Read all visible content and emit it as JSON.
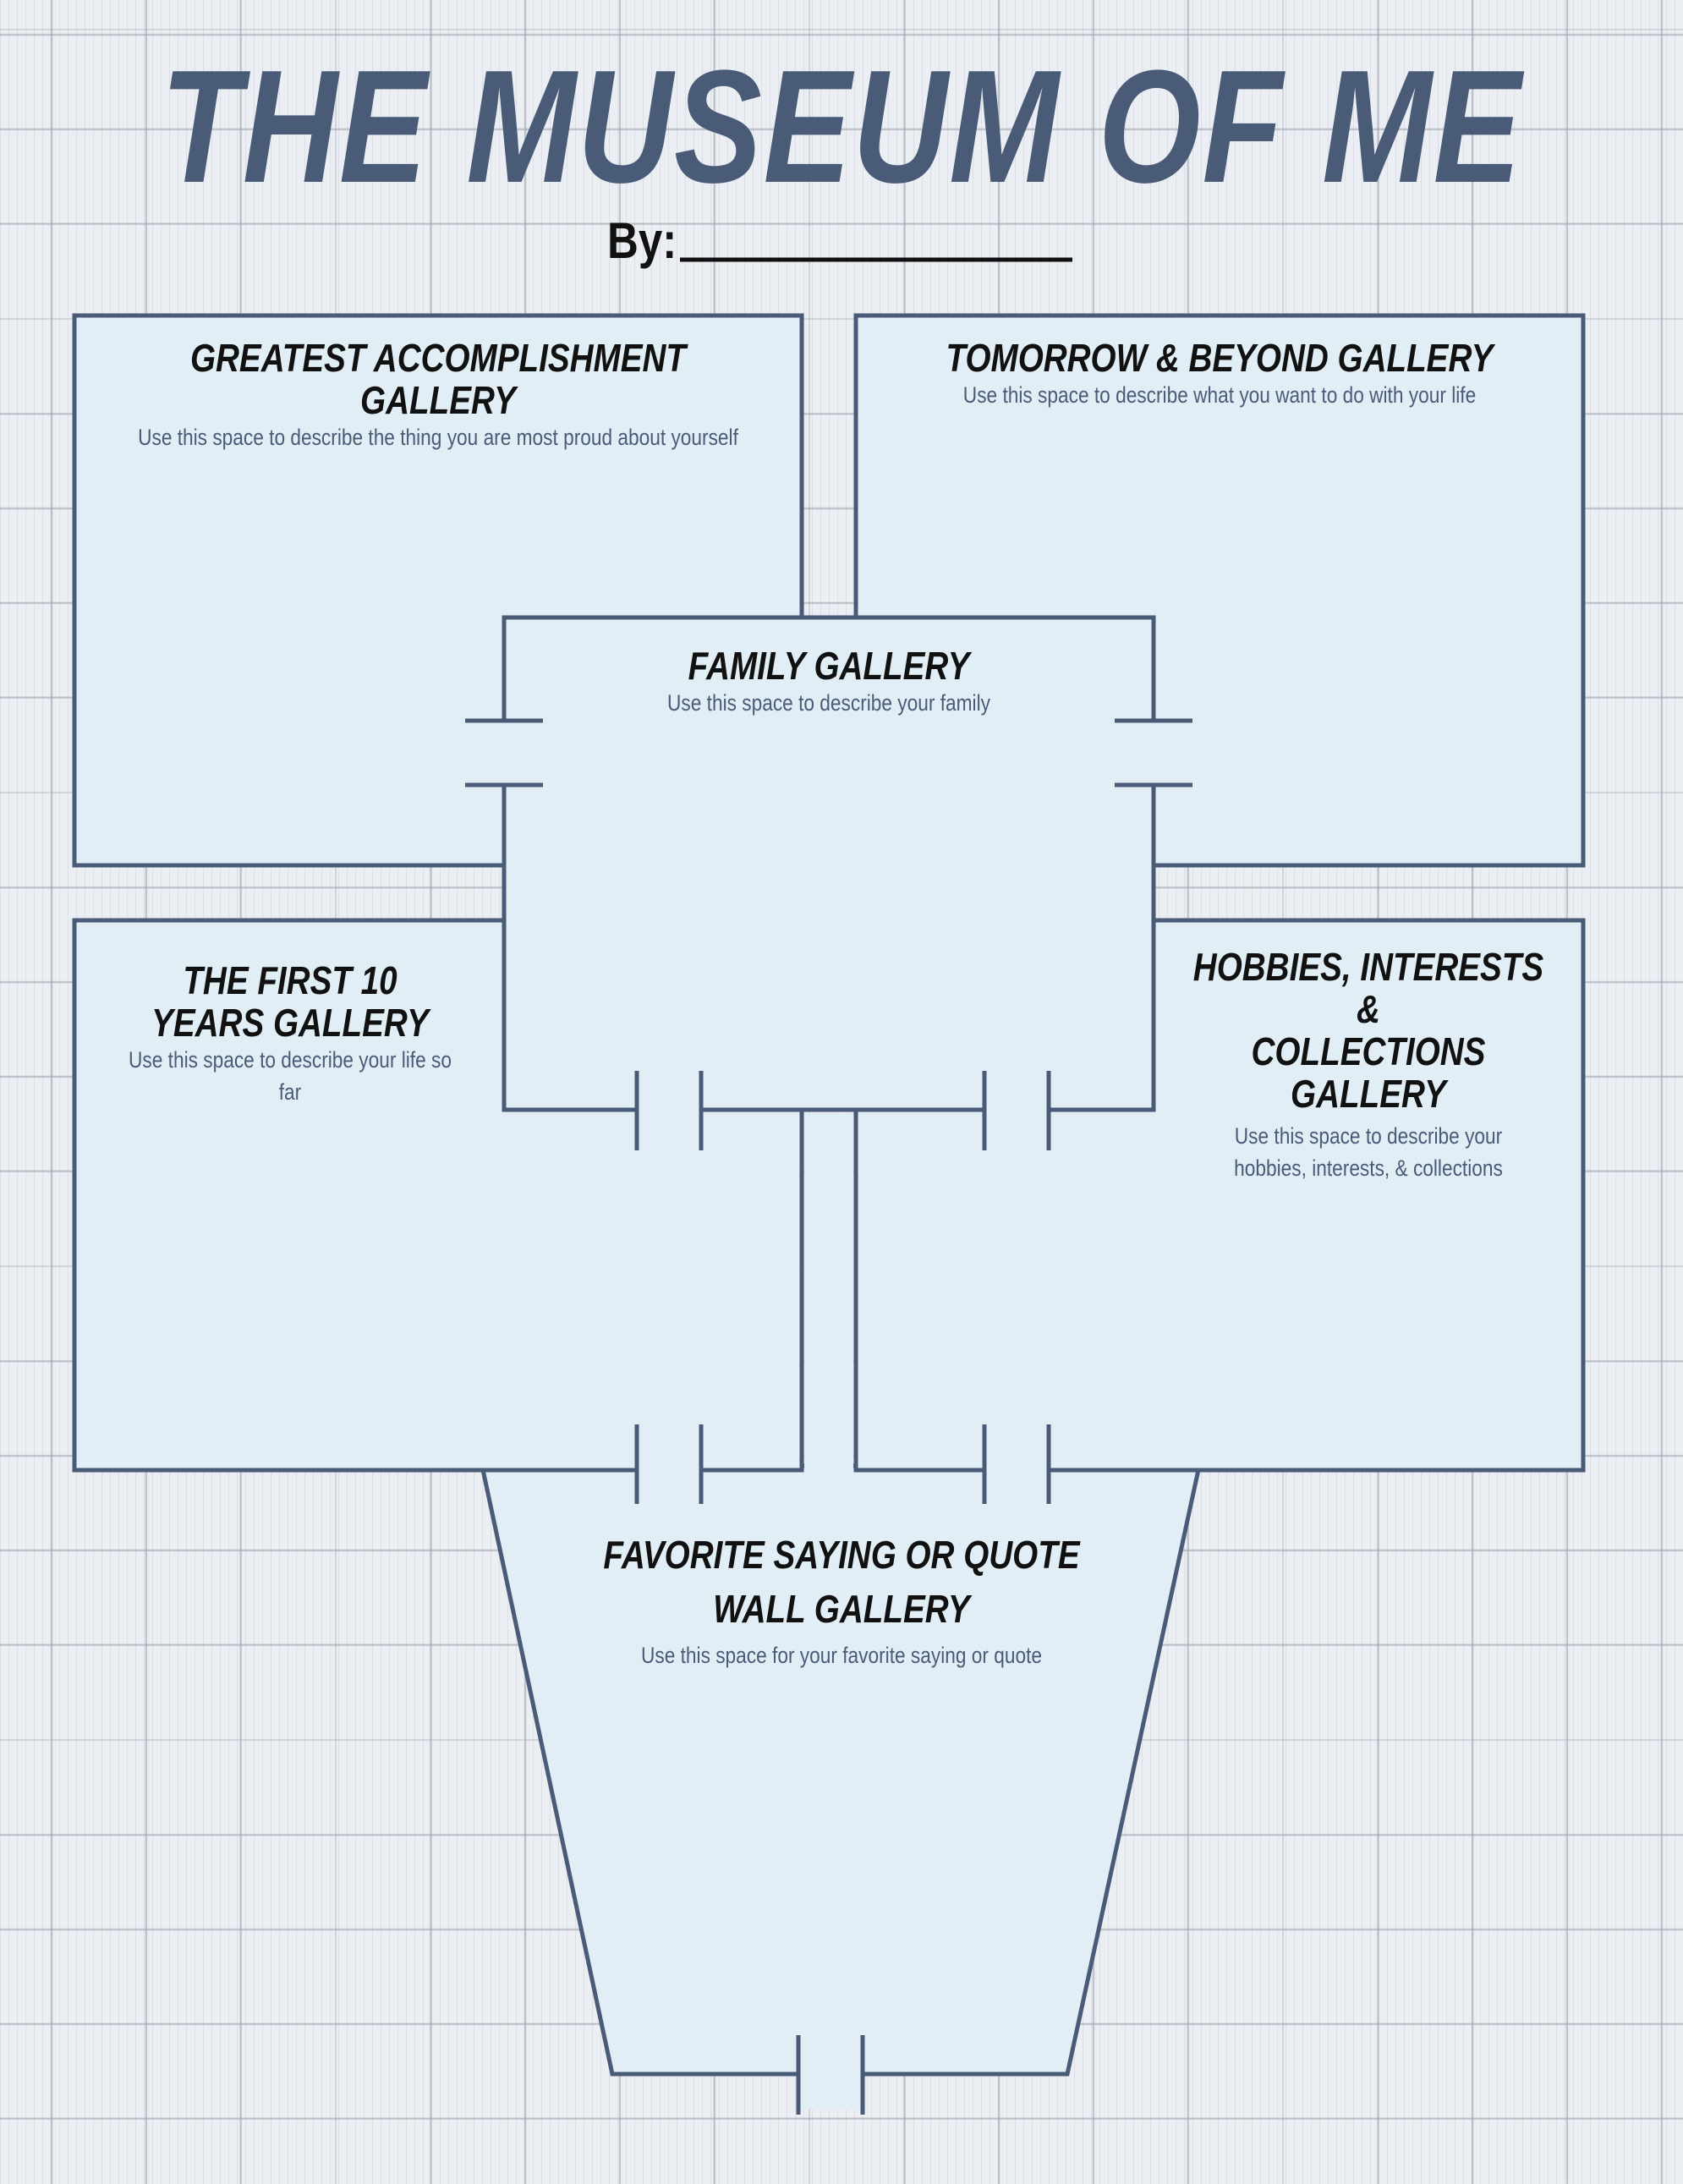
{
  "title": "THE MUSEUM OF ME",
  "byline_label": "By:",
  "colors": {
    "stroke": "#4a5b78",
    "fill": "#e1eef6",
    "title": "#4a5b78",
    "heading": "#111111"
  },
  "galleries": {
    "greatest_accomplishment": {
      "title": "GREATEST ACCOMPLISHMENT GALLERY",
      "description": "Use this space to describe the thing you are most proud about yourself"
    },
    "tomorrow_beyond": {
      "title": "TOMORROW & BEYOND GALLERY",
      "description": "Use this space to describe what you want to do with your life"
    },
    "family": {
      "title": "FAMILY GALLERY",
      "description": "Use this space to describe your family"
    },
    "first_10_years": {
      "title_line1": "THE FIRST 10",
      "title_line2": "YEARS GALLERY",
      "description": "Use this space to describe your life so far"
    },
    "hobbies": {
      "title_line1": "HOBBIES, INTERESTS &",
      "title_line2": "COLLECTIONS GALLERY",
      "description_line1": "Use this space to describe your",
      "description_line2": "hobbies, interests, & collections"
    },
    "favorite_saying": {
      "title_line1": "FAVORITE SAYING OR QUOTE",
      "title_line2": "WALL GALLERY",
      "description": "Use this space for your favorite saying or quote"
    }
  }
}
